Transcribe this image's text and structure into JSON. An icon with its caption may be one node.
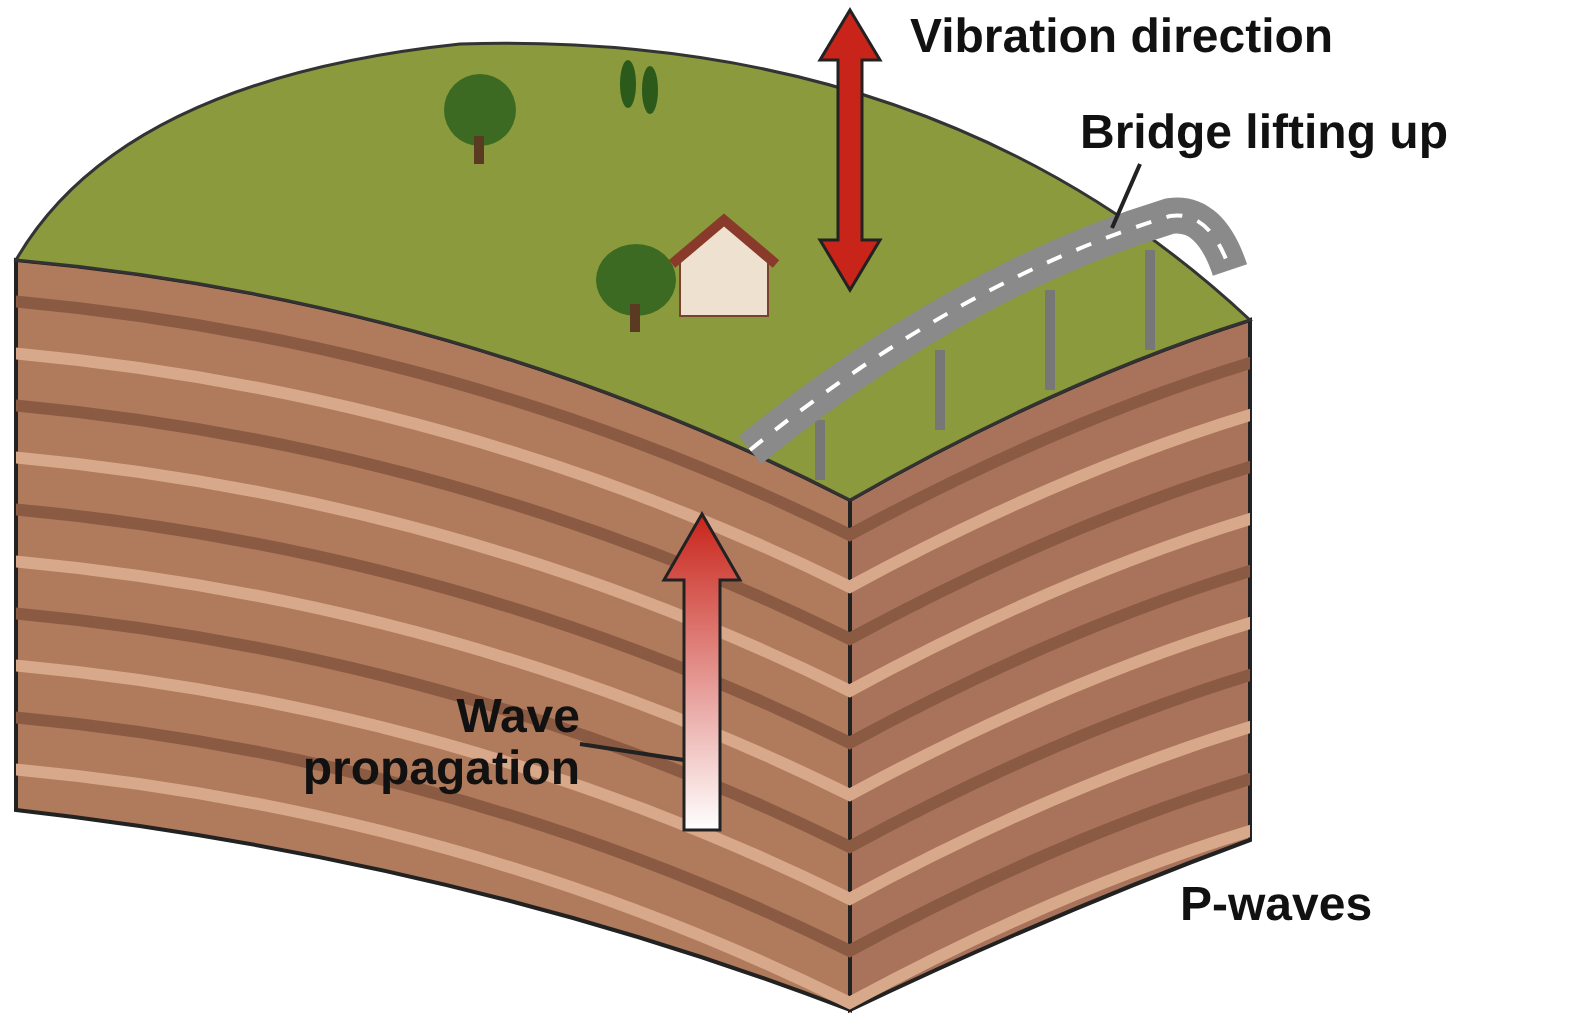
{
  "diagram": {
    "nodes": [
      {
        "text": [
          "Bridge lifting up"
        ]
      },
      {
        "text": [],
        "shape": "picture"
      },
      {
        "text": [
          "Wave propagation"
        ]
      },
      {
        "text": [],
        "shape": "arrow"
      }
    ],
    "edges": [
      {
        "from": 0,
        "to": 1,
        "arrow": "none"
      },
      {
        "from": 2,
        "to": 3,
        "arrow": "none"
      }
    ],
    "labels": [
      "Vibration direction",
      "P-waves"
    ]
  }
}
